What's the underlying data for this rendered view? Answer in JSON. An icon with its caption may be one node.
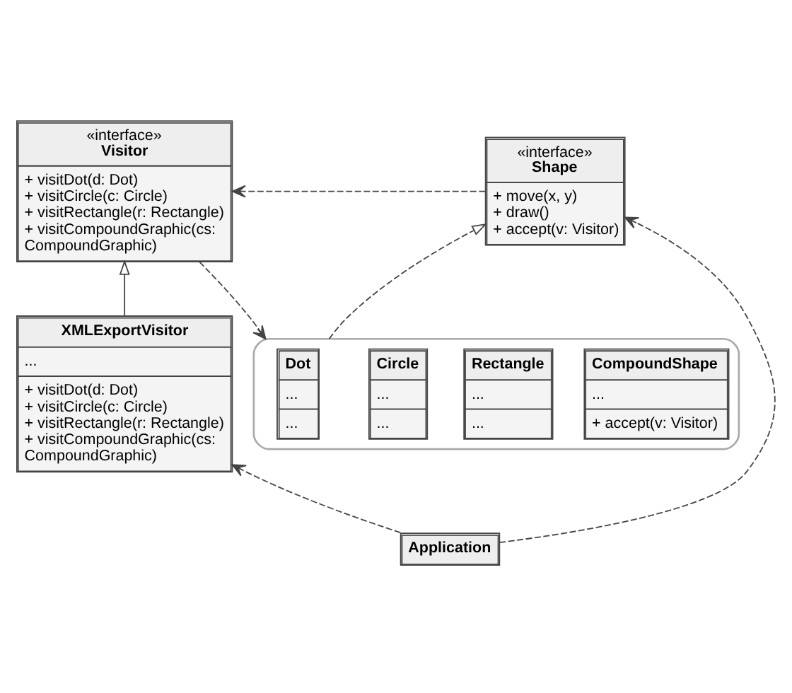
{
  "diagram": {
    "nodes": [
      {
        "text": [
          "«interface»",
          "Visitor",
          "+ visitDot(d: Dot)",
          "+ visitCircle(c: Circle)",
          "+ visitRectangle(r: Rectangle)",
          "+ visitCompoundGraphic(cs: CompoundGraphic)"
        ]
      },
      {
        "text": [
          "«interface»",
          "Shape",
          "+ move(x, y)",
          "+ draw()",
          "+ accept(v: Visitor)"
        ]
      },
      {
        "text": [
          "XMLExportVisitor",
          "...",
          "+ visitDot(d: Dot)",
          "+ visitCircle(c: Circle)",
          "+ visitRectangle(r: Rectangle)",
          "+ visitCompoundGraphic(cs: CompoundGraphic)"
        ]
      },
      {
        "text": [],
        "shape": "bracket"
      },
      {
        "text": [
          "Dot",
          "...",
          "..."
        ],
        "in": 3
      },
      {
        "text": [
          "Circle",
          "...",
          "..."
        ],
        "in": 3
      },
      {
        "text": [
          "Rectangle",
          "...",
          "..."
        ],
        "in": 3
      },
      {
        "text": [
          "CompoundShape",
          "...",
          "+ accept(v: Visitor)"
        ],
        "in": 3
      },
      {
        "text": [
          "Application"
        ]
      }
    ],
    "edges": [
      {
        "from": 1,
        "to": 0,
        "arrow": "to",
        "style": "dashed"
      },
      {
        "from": 0,
        "to": 3,
        "arrow": "to",
        "style": "dashed"
      },
      {
        "from": 3,
        "to": 1,
        "arrow": "to",
        "style": "dashed"
      },
      {
        "from": 2,
        "to": 0,
        "arrow": "to"
      },
      {
        "from": 8,
        "to": 2,
        "arrow": "to",
        "style": "dashed"
      },
      {
        "from": 8,
        "to": 1,
        "arrow": "to",
        "style": "dashed"
      }
    ]
  }
}
